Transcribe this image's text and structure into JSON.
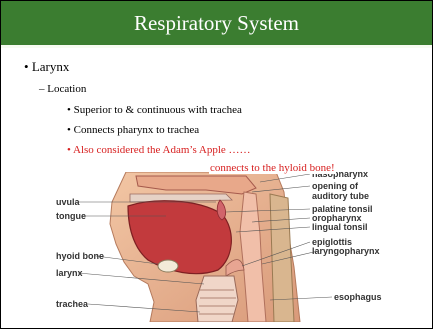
{
  "slide": {
    "title": "Respiratory System",
    "bullet_glyph": "•",
    "dash_glyph": "–",
    "bullets": {
      "level1": "Larynx",
      "level2": "Location",
      "level3": [
        "Superior to & continuous with trachea",
        "Connects pharynx to trachea",
        "Also considered the Adam’s Apple ……"
      ]
    },
    "note": "connects to the hyloid bone!"
  },
  "figure": {
    "left_labels": [
      "uvula",
      "tongue",
      "hyoid bone",
      "larynx",
      "trachea"
    ],
    "right_labels": [
      "nasopharynx",
      "opening of",
      "auditory tube",
      "palatine tonsil",
      "oropharynx",
      "lingual tonsil",
      "epiglottis",
      "laryngopharynx",
      "esophagus"
    ]
  },
  "colors": {
    "title_bar": "#3b7d30",
    "title_text": "#ffffff",
    "accent_text": "#d71f1f"
  }
}
